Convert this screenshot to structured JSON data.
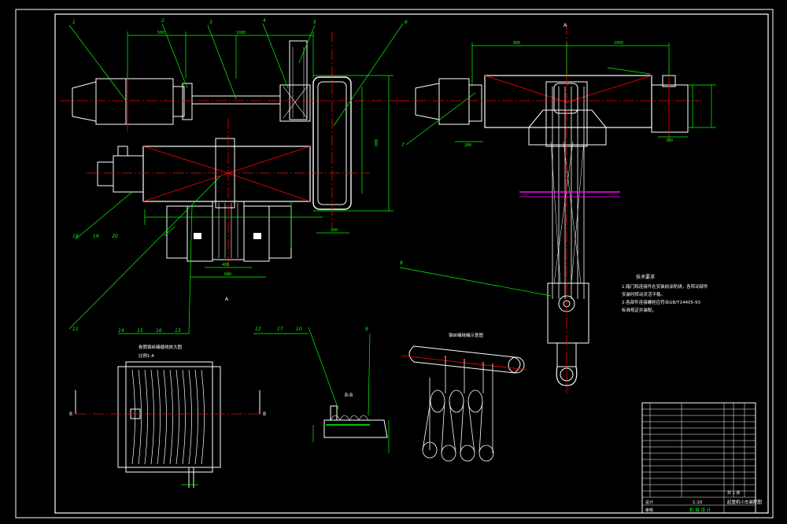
{
  "drawing": {
    "notes_heading": "技术要求",
    "notes": [
      "1.箱门和连接件在安装前涂防锈，各转动部件",
      "  安装时转动灵活平稳。",
      "2.各部件连接螺栓应符合GB/T14405-93",
      "  标准规定并装配。"
    ],
    "view_a_label": "A",
    "detail_titles": {
      "drum": "卷筒钢丝绳缠绕放大图",
      "drum_scale": "比例1:4",
      "reeving": "钢丝绳绕绳示意图",
      "section": "B-B"
    },
    "section_marks": [
      "B",
      "B"
    ],
    "callouts": [
      "1",
      "2",
      "3",
      "4",
      "5",
      "6",
      "7",
      "8",
      "9",
      "10",
      "11",
      "12",
      "13",
      "14",
      "15",
      "16",
      "17",
      "18",
      "19",
      "20"
    ]
  },
  "title_block": {
    "drawing_name": "起重机小车装配图",
    "scale": "1:10",
    "sheet": "共 1 张",
    "company": "机 械 设 计",
    "designer": "设计",
    "checker": "审核"
  },
  "colors": {
    "background": "#000000",
    "outline": "#ffffff",
    "dimension": "#00ff00",
    "centerline": "#ff0000",
    "leader": "#00ff00",
    "highlight": "#ff00ff"
  }
}
